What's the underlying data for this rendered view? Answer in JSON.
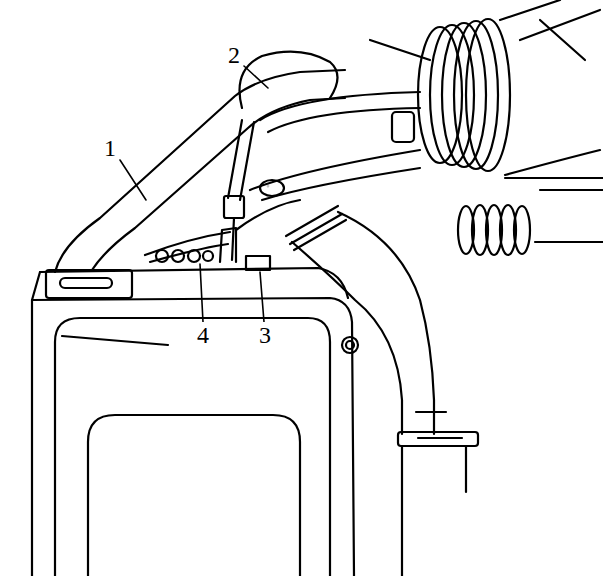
{
  "diagram": {
    "labels": [
      "2",
      "1",
      "4",
      "3"
    ]
  }
}
